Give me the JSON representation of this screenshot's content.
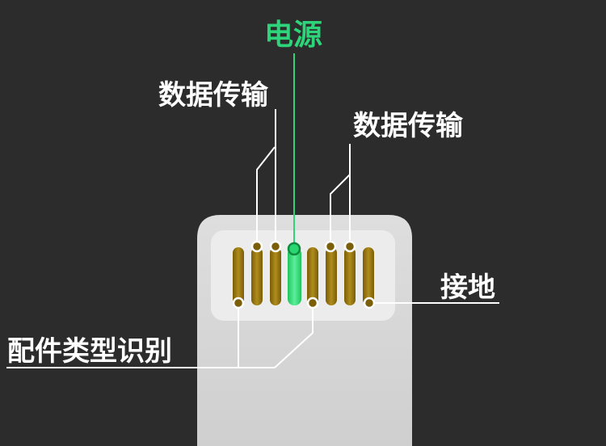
{
  "labels": {
    "power": "电源",
    "data_left": "数据传输",
    "data_right": "数据传输",
    "ground": "接地",
    "accessory_id": "配件类型识别"
  },
  "colors": {
    "background": "#2c2c2c",
    "connector_body": "#d4d4d4",
    "contact_plate": "#eaeaea",
    "pin_gold": "#9a7a12",
    "pin_power": "#29d66f",
    "line_white": "#ffffff",
    "line_power": "#2ed47a"
  }
}
